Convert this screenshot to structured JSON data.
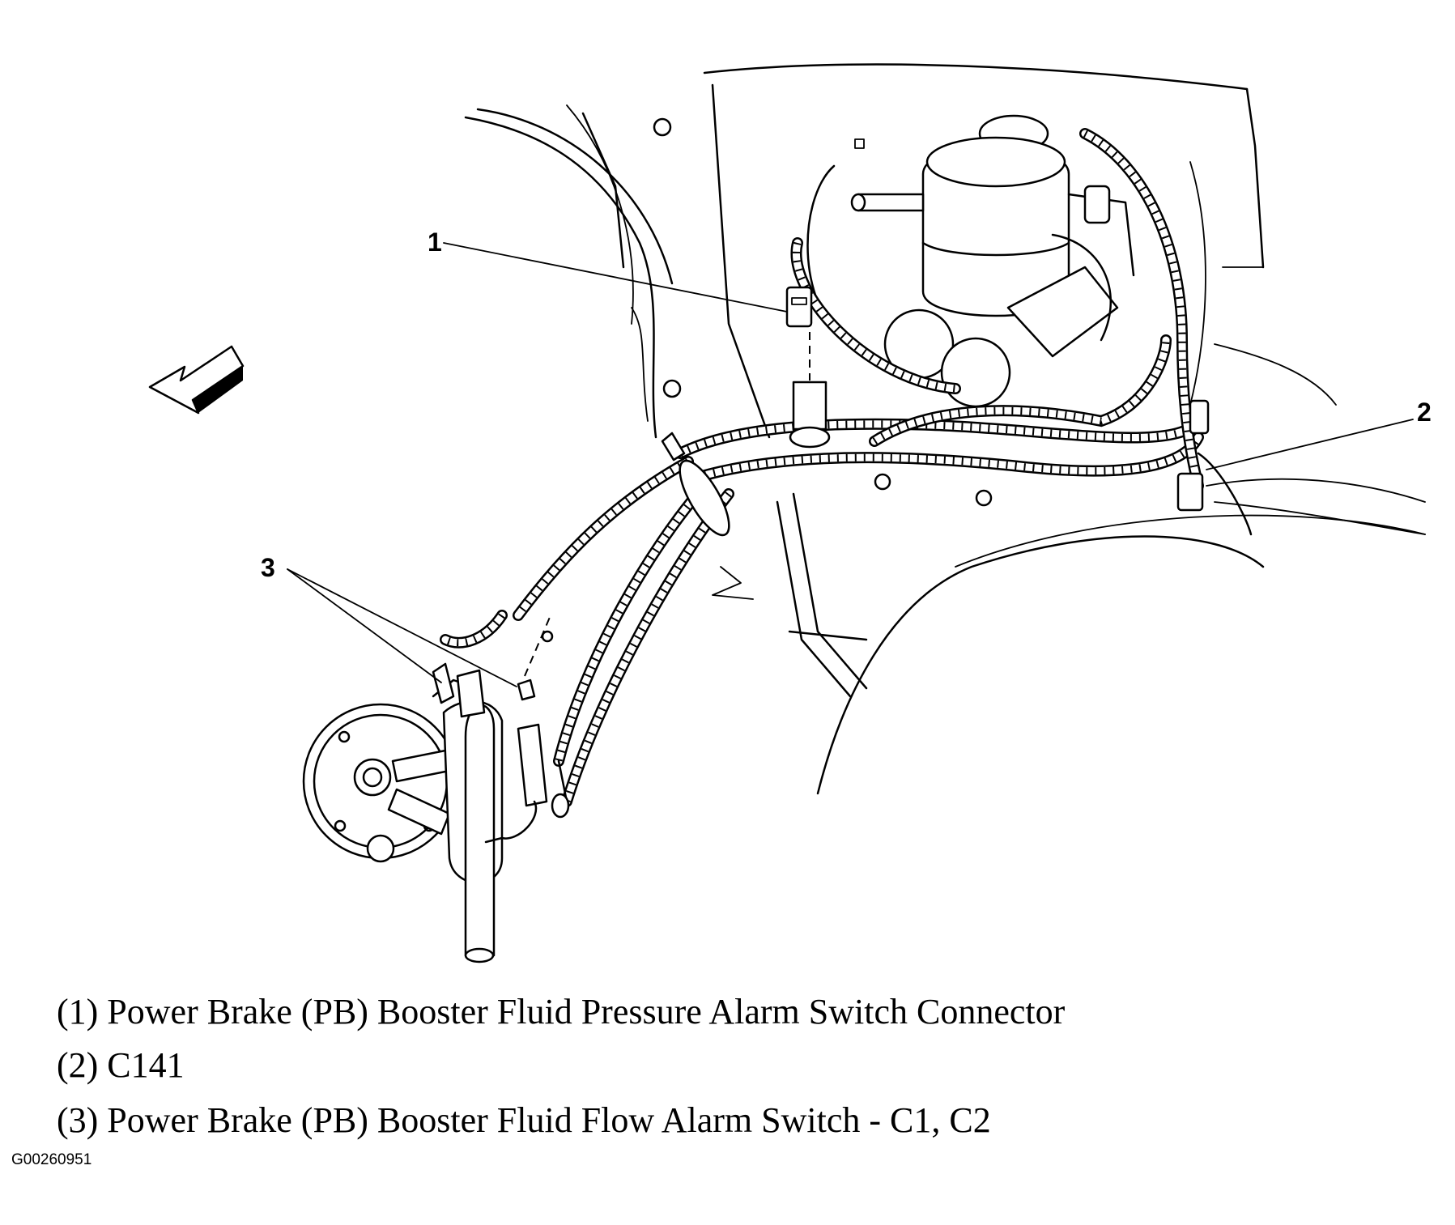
{
  "callouts": [
    {
      "number": "1"
    },
    {
      "number": "2"
    },
    {
      "number": "3"
    }
  ],
  "legend": [
    {
      "text": "(1) Power Brake (PB) Booster Fluid Pressure Alarm Switch Connector"
    },
    {
      "text": "(2) C141"
    },
    {
      "text": "(3) Power Brake (PB) Booster Fluid Flow Alarm Switch - C1, C2"
    }
  ],
  "figure_id": "G00260951",
  "icons": [
    "direction-arrow-icon"
  ]
}
